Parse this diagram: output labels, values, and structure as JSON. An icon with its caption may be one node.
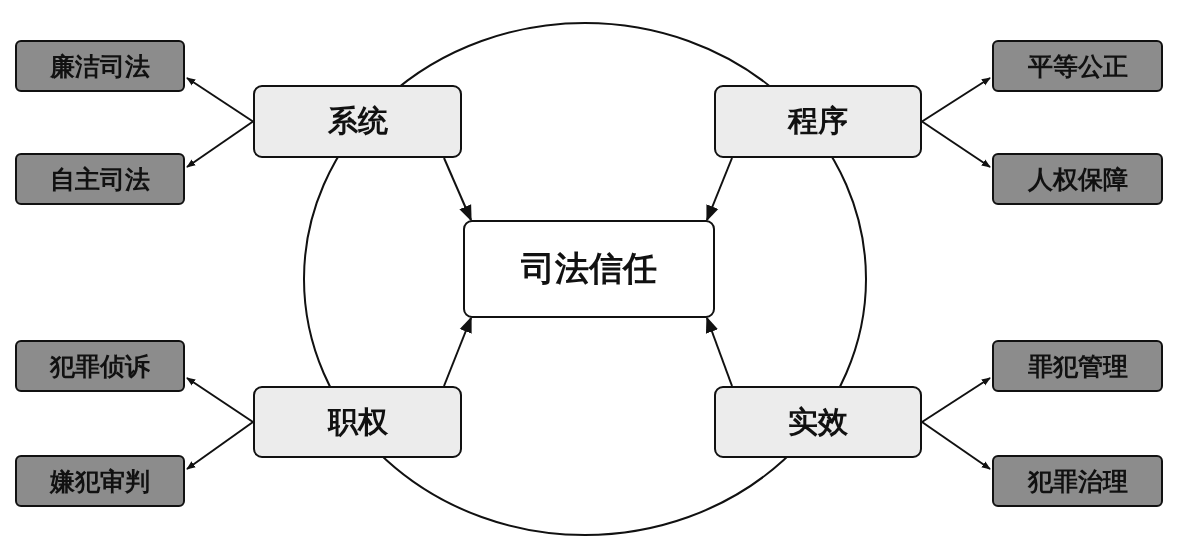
{
  "diagram": {
    "nodes": [
      {
        "text": [
          "司法信任"
        ]
      },
      {
        "text": [
          "系统"
        ]
      },
      {
        "text": [
          "程序"
        ]
      },
      {
        "text": [
          "职权"
        ]
      },
      {
        "text": [
          "实效"
        ]
      },
      {
        "text": [
          "廉洁司法"
        ]
      },
      {
        "text": [
          "自主司法"
        ]
      },
      {
        "text": [
          "平等公正"
        ]
      },
      {
        "text": [
          "人权保障"
        ]
      },
      {
        "text": [
          "犯罪侦诉"
        ]
      },
      {
        "text": [
          "嫌犯审判"
        ]
      },
      {
        "text": [
          "罪犯管理"
        ]
      },
      {
        "text": [
          "犯罪治理"
        ]
      }
    ],
    "edges": [
      {
        "from": 1,
        "to": 0,
        "arrow": "to"
      },
      {
        "from": 2,
        "to": 0,
        "arrow": "to"
      },
      {
        "from": 3,
        "to": 0,
        "arrow": "to"
      },
      {
        "from": 4,
        "to": 0,
        "arrow": "to"
      },
      {
        "from": 1,
        "to": 5,
        "arrow": "to"
      },
      {
        "from": 1,
        "to": 6,
        "arrow": "to"
      },
      {
        "from": 2,
        "to": 7,
        "arrow": "to"
      },
      {
        "from": 2,
        "to": 8,
        "arrow": "to"
      },
      {
        "from": 3,
        "to": 9,
        "arrow": "to"
      },
      {
        "from": 3,
        "to": 10,
        "arrow": "to"
      },
      {
        "from": 4,
        "to": 11,
        "arrow": "to"
      },
      {
        "from": 4,
        "to": 12,
        "arrow": "to"
      }
    ]
  }
}
